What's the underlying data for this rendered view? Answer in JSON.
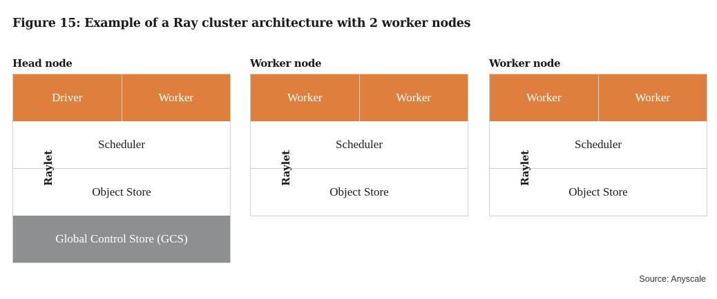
{
  "figure_title": "Figure 15: Example of a Ray cluster architecture with 2 worker nodes",
  "nodes": [
    {
      "label": "Head node",
      "processes": [
        "Driver",
        "Worker"
      ],
      "raylet_label": "Raylet",
      "raylet_components": [
        "Scheduler",
        "Object Store"
      ],
      "gcs": "Global Control Store (GCS)"
    },
    {
      "label": "Worker node",
      "processes": [
        "Worker",
        "Worker"
      ],
      "raylet_label": "Raylet",
      "raylet_components": [
        "Scheduler",
        "Object Store"
      ]
    },
    {
      "label": "Worker node",
      "processes": [
        "Worker",
        "Worker"
      ],
      "raylet_label": "Raylet",
      "raylet_components": [
        "Scheduler",
        "Object Store"
      ]
    }
  ],
  "colors": {
    "process_fill": "#df7f3c",
    "gcs_fill": "#8e8f91",
    "border": "#cfcfcf"
  },
  "source": "Source: Anyscale"
}
